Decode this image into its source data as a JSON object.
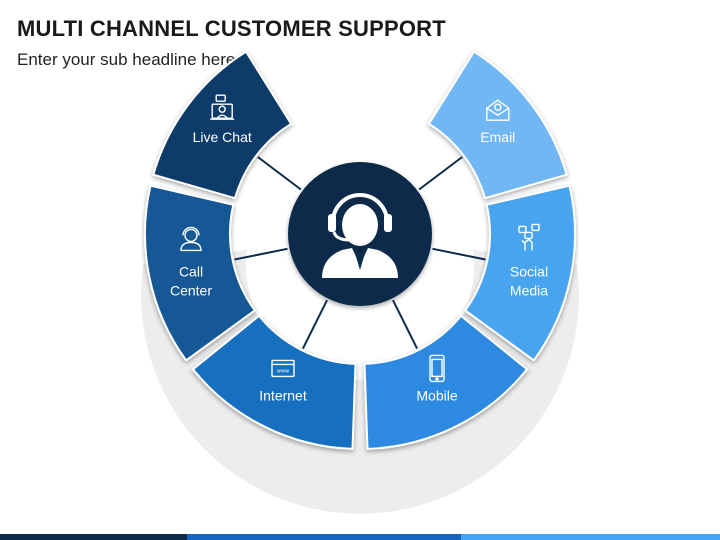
{
  "title": "MULTI CHANNEL CUSTOMER SUPPORT",
  "subtitle": "Enter your sub headline here",
  "center": {
    "icon": "headset-agent-icon",
    "color": "#0d2b4b"
  },
  "channels": [
    {
      "id": "live-chat",
      "lines": [
        "Live Chat"
      ],
      "icon": "video-chat-icon",
      "color": "#103a6b"
    },
    {
      "id": "call-center",
      "lines": [
        "Call",
        "Center"
      ],
      "icon": "call-agent-icon",
      "color": "#125896"
    },
    {
      "id": "internet",
      "lines": [
        "Internet"
      ],
      "icon": "browser-window-icon",
      "color": "#1670bf"
    },
    {
      "id": "mobile",
      "lines": [
        "Mobile"
      ],
      "icon": "smartphone-icon",
      "color": "#2e8ae0"
    },
    {
      "id": "social-media",
      "lines": [
        "Social",
        "Media"
      ],
      "icon": "social-media-hand-icon",
      "color": "#4aa4ef"
    },
    {
      "id": "email",
      "lines": [
        "Email"
      ],
      "icon": "email-icon",
      "color": "#6fb7f4"
    }
  ],
  "ring_color": "#ededed",
  "bottom_bar_colors": [
    "#0d2b4b",
    "#1565c0",
    "#42a5f5"
  ]
}
